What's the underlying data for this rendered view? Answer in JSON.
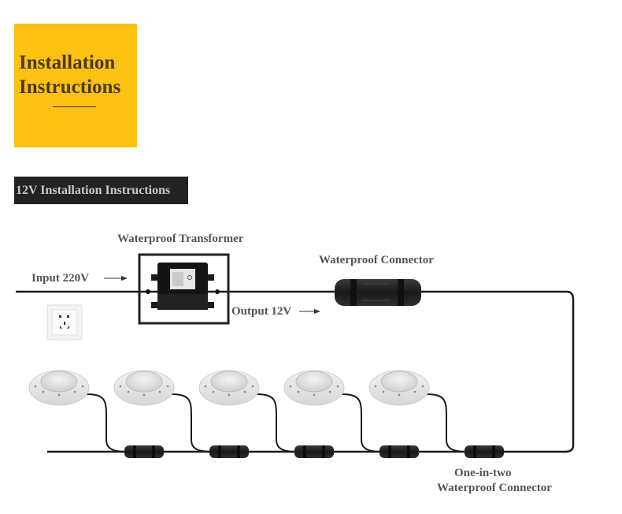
{
  "header": {
    "title_line1": "Installation",
    "title_line2": "Instructions",
    "accent_color": "#fbc113"
  },
  "section": {
    "banner": "12V Installation Instructions"
  },
  "diagram": {
    "labels": {
      "transformer": "Waterproof Transformer",
      "input": "Input 220V",
      "output": "Output 12V",
      "connector": "Waterproof Connector",
      "splitter_line1": "One-in-two",
      "splitter_line2": "Waterproof Connector"
    },
    "components": {
      "power_socket": "wall-socket",
      "transformer": "waterproof-transformer",
      "main_connector": "waterproof-connector",
      "lights_count": 5,
      "splitters_count": 5
    }
  }
}
